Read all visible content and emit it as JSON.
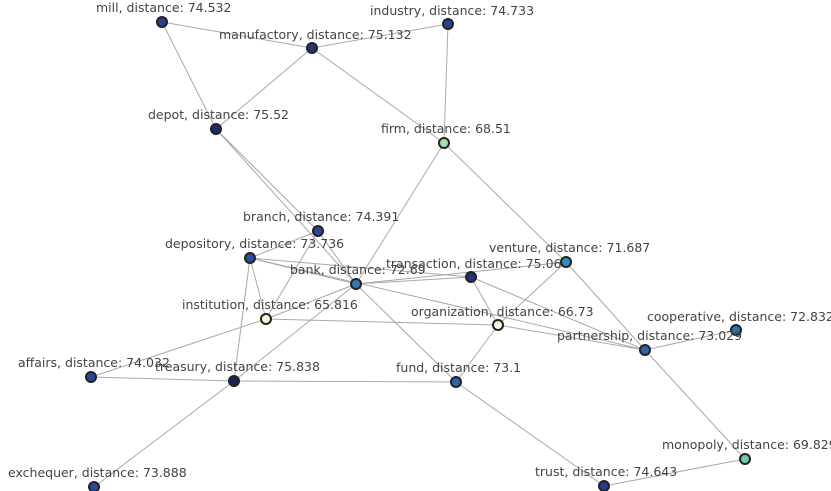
{
  "nodes": [
    {
      "id": "mill",
      "label": "mill, distance: 74.532",
      "color": "#2a3f8f"
    },
    {
      "id": "industry",
      "label": "industry, distance: 74.733",
      "color": "#2a3f8f"
    },
    {
      "id": "manufactory",
      "label": "manufactory, distance: 75.132",
      "color": "#25337a"
    },
    {
      "id": "depot",
      "label": "depot, distance: 75.52",
      "color": "#1f2b6b"
    },
    {
      "id": "firm",
      "label": "firm, distance: 68.51",
      "color": "#a6ddb0"
    },
    {
      "id": "branch",
      "label": "branch, distance: 74.391",
      "color": "#2c469a"
    },
    {
      "id": "depository",
      "label": "depository, distance: 73.736",
      "color": "#2b4c9e"
    },
    {
      "id": "venture",
      "label": "venture, distance: 71.687",
      "color": "#2f8fb8"
    },
    {
      "id": "transaction",
      "label": "transaction, distance: 75.06",
      "color": "#23327a"
    },
    {
      "id": "bank",
      "label": "bank, distance: 72.69",
      "color": "#2f78b0"
    },
    {
      "id": "institution",
      "label": "institution, distance: 65.816",
      "color": "#f4f8d4"
    },
    {
      "id": "organization",
      "label": "organization, distance: 66.73",
      "color": "#f6f7dc"
    },
    {
      "id": "cooperative",
      "label": "cooperative, distance: 72.832",
      "color": "#2d70ac"
    },
    {
      "id": "partnership",
      "label": "partnership, distance: 73.029",
      "color": "#2e67a8"
    },
    {
      "id": "affairs",
      "label": "affairs, distance: 74.032",
      "color": "#2a4699"
    },
    {
      "id": "treasury",
      "label": "treasury, distance: 75.838",
      "color": "#1a2258"
    },
    {
      "id": "fund",
      "label": "fund, distance: 73.1",
      "color": "#2e64a6"
    },
    {
      "id": "monopoly",
      "label": "monopoly, distance: 69.829",
      "color": "#72c7b0"
    },
    {
      "id": "exchequer",
      "label": "exchequer, distance: 73.888",
      "color": "#2a47a0"
    },
    {
      "id": "trust",
      "label": "trust, distance: 74.643",
      "color": "#253c8a"
    }
  ],
  "edges": [
    [
      "mill",
      "manufactory"
    ],
    [
      "mill",
      "depot"
    ],
    [
      "industry",
      "manufactory"
    ],
    [
      "industry",
      "firm"
    ],
    [
      "manufactory",
      "depot"
    ],
    [
      "manufactory",
      "firm"
    ],
    [
      "depot",
      "branch"
    ],
    [
      "depot",
      "bank"
    ],
    [
      "firm",
      "bank"
    ],
    [
      "firm",
      "venture"
    ],
    [
      "branch",
      "depository"
    ],
    [
      "branch",
      "bank"
    ],
    [
      "branch",
      "institution"
    ],
    [
      "depository",
      "institution"
    ],
    [
      "depository",
      "transaction"
    ],
    [
      "depository",
      "treasury"
    ],
    [
      "depository",
      "partnership"
    ],
    [
      "depository",
      "bank"
    ],
    [
      "bank",
      "transaction"
    ],
    [
      "bank",
      "institution"
    ],
    [
      "bank",
      "fund"
    ],
    [
      "bank",
      "treasury"
    ],
    [
      "venture",
      "bank"
    ],
    [
      "venture",
      "organization"
    ],
    [
      "venture",
      "partnership"
    ],
    [
      "transaction",
      "organization"
    ],
    [
      "transaction",
      "partnership"
    ],
    [
      "institution",
      "organization"
    ],
    [
      "institution",
      "affairs"
    ],
    [
      "organization",
      "partnership"
    ],
    [
      "organization",
      "fund"
    ],
    [
      "partnership",
      "cooperative"
    ],
    [
      "partnership",
      "monopoly"
    ],
    [
      "affairs",
      "treasury"
    ],
    [
      "treasury",
      "fund"
    ],
    [
      "treasury",
      "exchequer"
    ],
    [
      "fund",
      "trust"
    ],
    [
      "trust",
      "monopoly"
    ]
  ]
}
